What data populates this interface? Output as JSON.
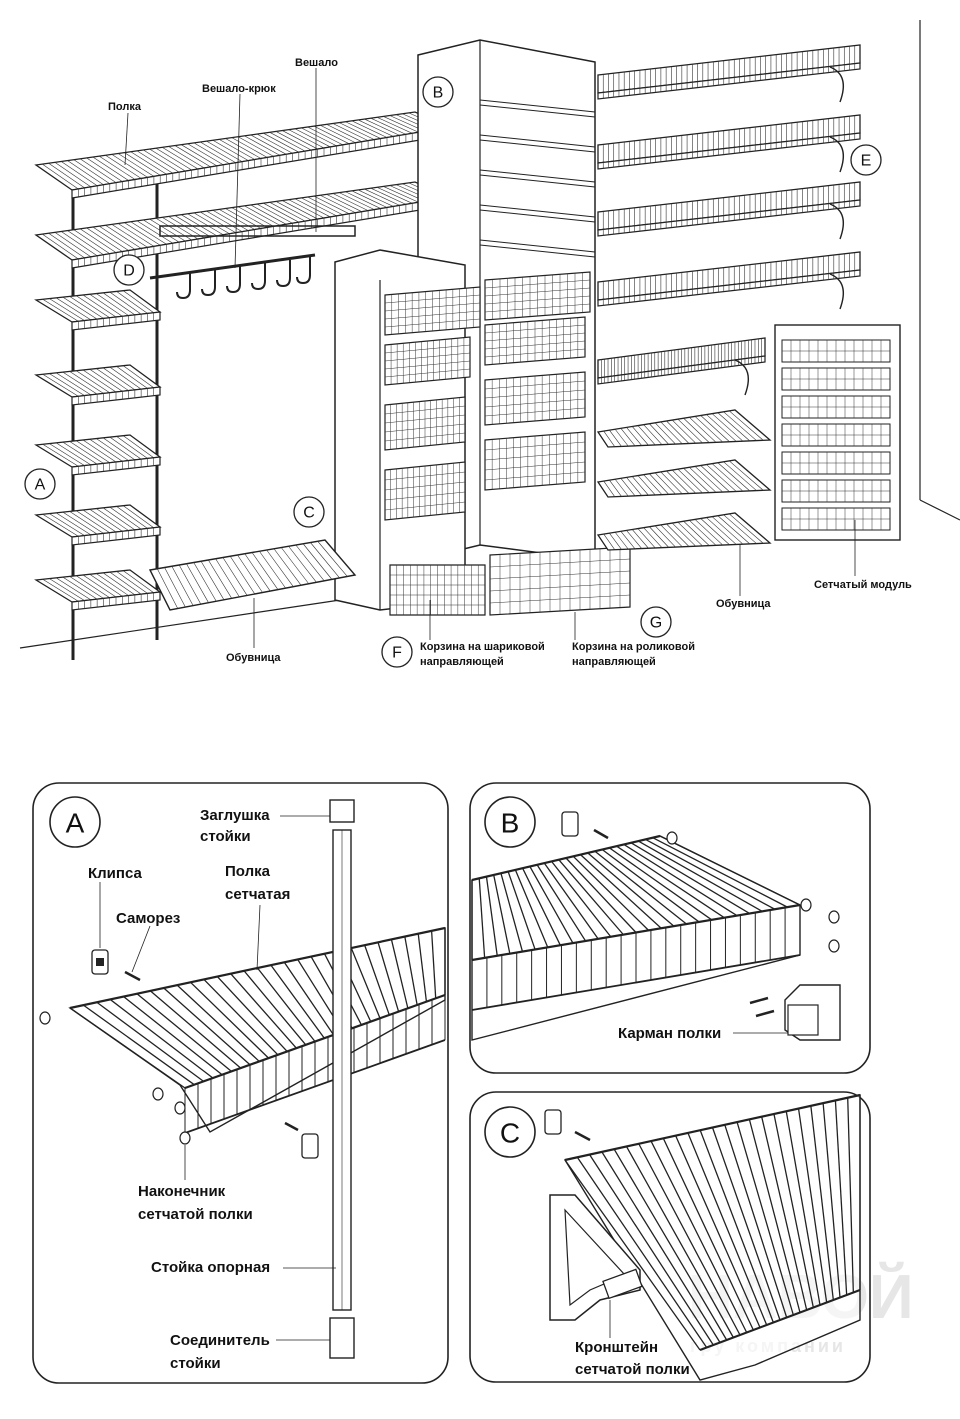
{
  "overview": {
    "labels": {
      "polka": "Полка",
      "veshalo_kryuk": "Вешало-крюк",
      "veshalo": "Вешало",
      "obuvnica_left": "Обувница",
      "obuvnica_right": "Обувница",
      "setchaty_modul": "Сетчатый модуль",
      "korzina_shar_1": "Корзина на шариковой",
      "korzina_shar_2": "направляющей",
      "korzina_rol_1": "Корзина на роликовой",
      "korzina_rol_2": "направляющей"
    },
    "markers": {
      "a": "A",
      "b": "B",
      "c": "C",
      "d": "D",
      "e": "E",
      "f": "F",
      "g": "G"
    }
  },
  "panel_a": {
    "letter": "A",
    "labels": {
      "zaglushka_1": "Заглушка",
      "zaglushka_2": "стойки",
      "klipsa": "Клипса",
      "samorez": "Саморез",
      "polka_1": "Полка",
      "polka_2": "сетчатая",
      "nakonechnik_1": "Наконечник",
      "nakonechnik_2": "сетчатой полки",
      "stoyka": "Стойка опорная",
      "soedinitel_1": "Соединитель",
      "soedinitel_2": "стойки"
    }
  },
  "panel_b": {
    "letter": "B",
    "labels": {
      "karman": "Карман полки"
    }
  },
  "panel_c": {
    "letter": "C",
    "labels": {
      "kronshtein_1": "Кронштейн",
      "kronshtein_2": "сетчатой полки"
    },
    "watermark": {
      "line1": "НАВОЙ",
      "line2": "гру   компании"
    }
  }
}
